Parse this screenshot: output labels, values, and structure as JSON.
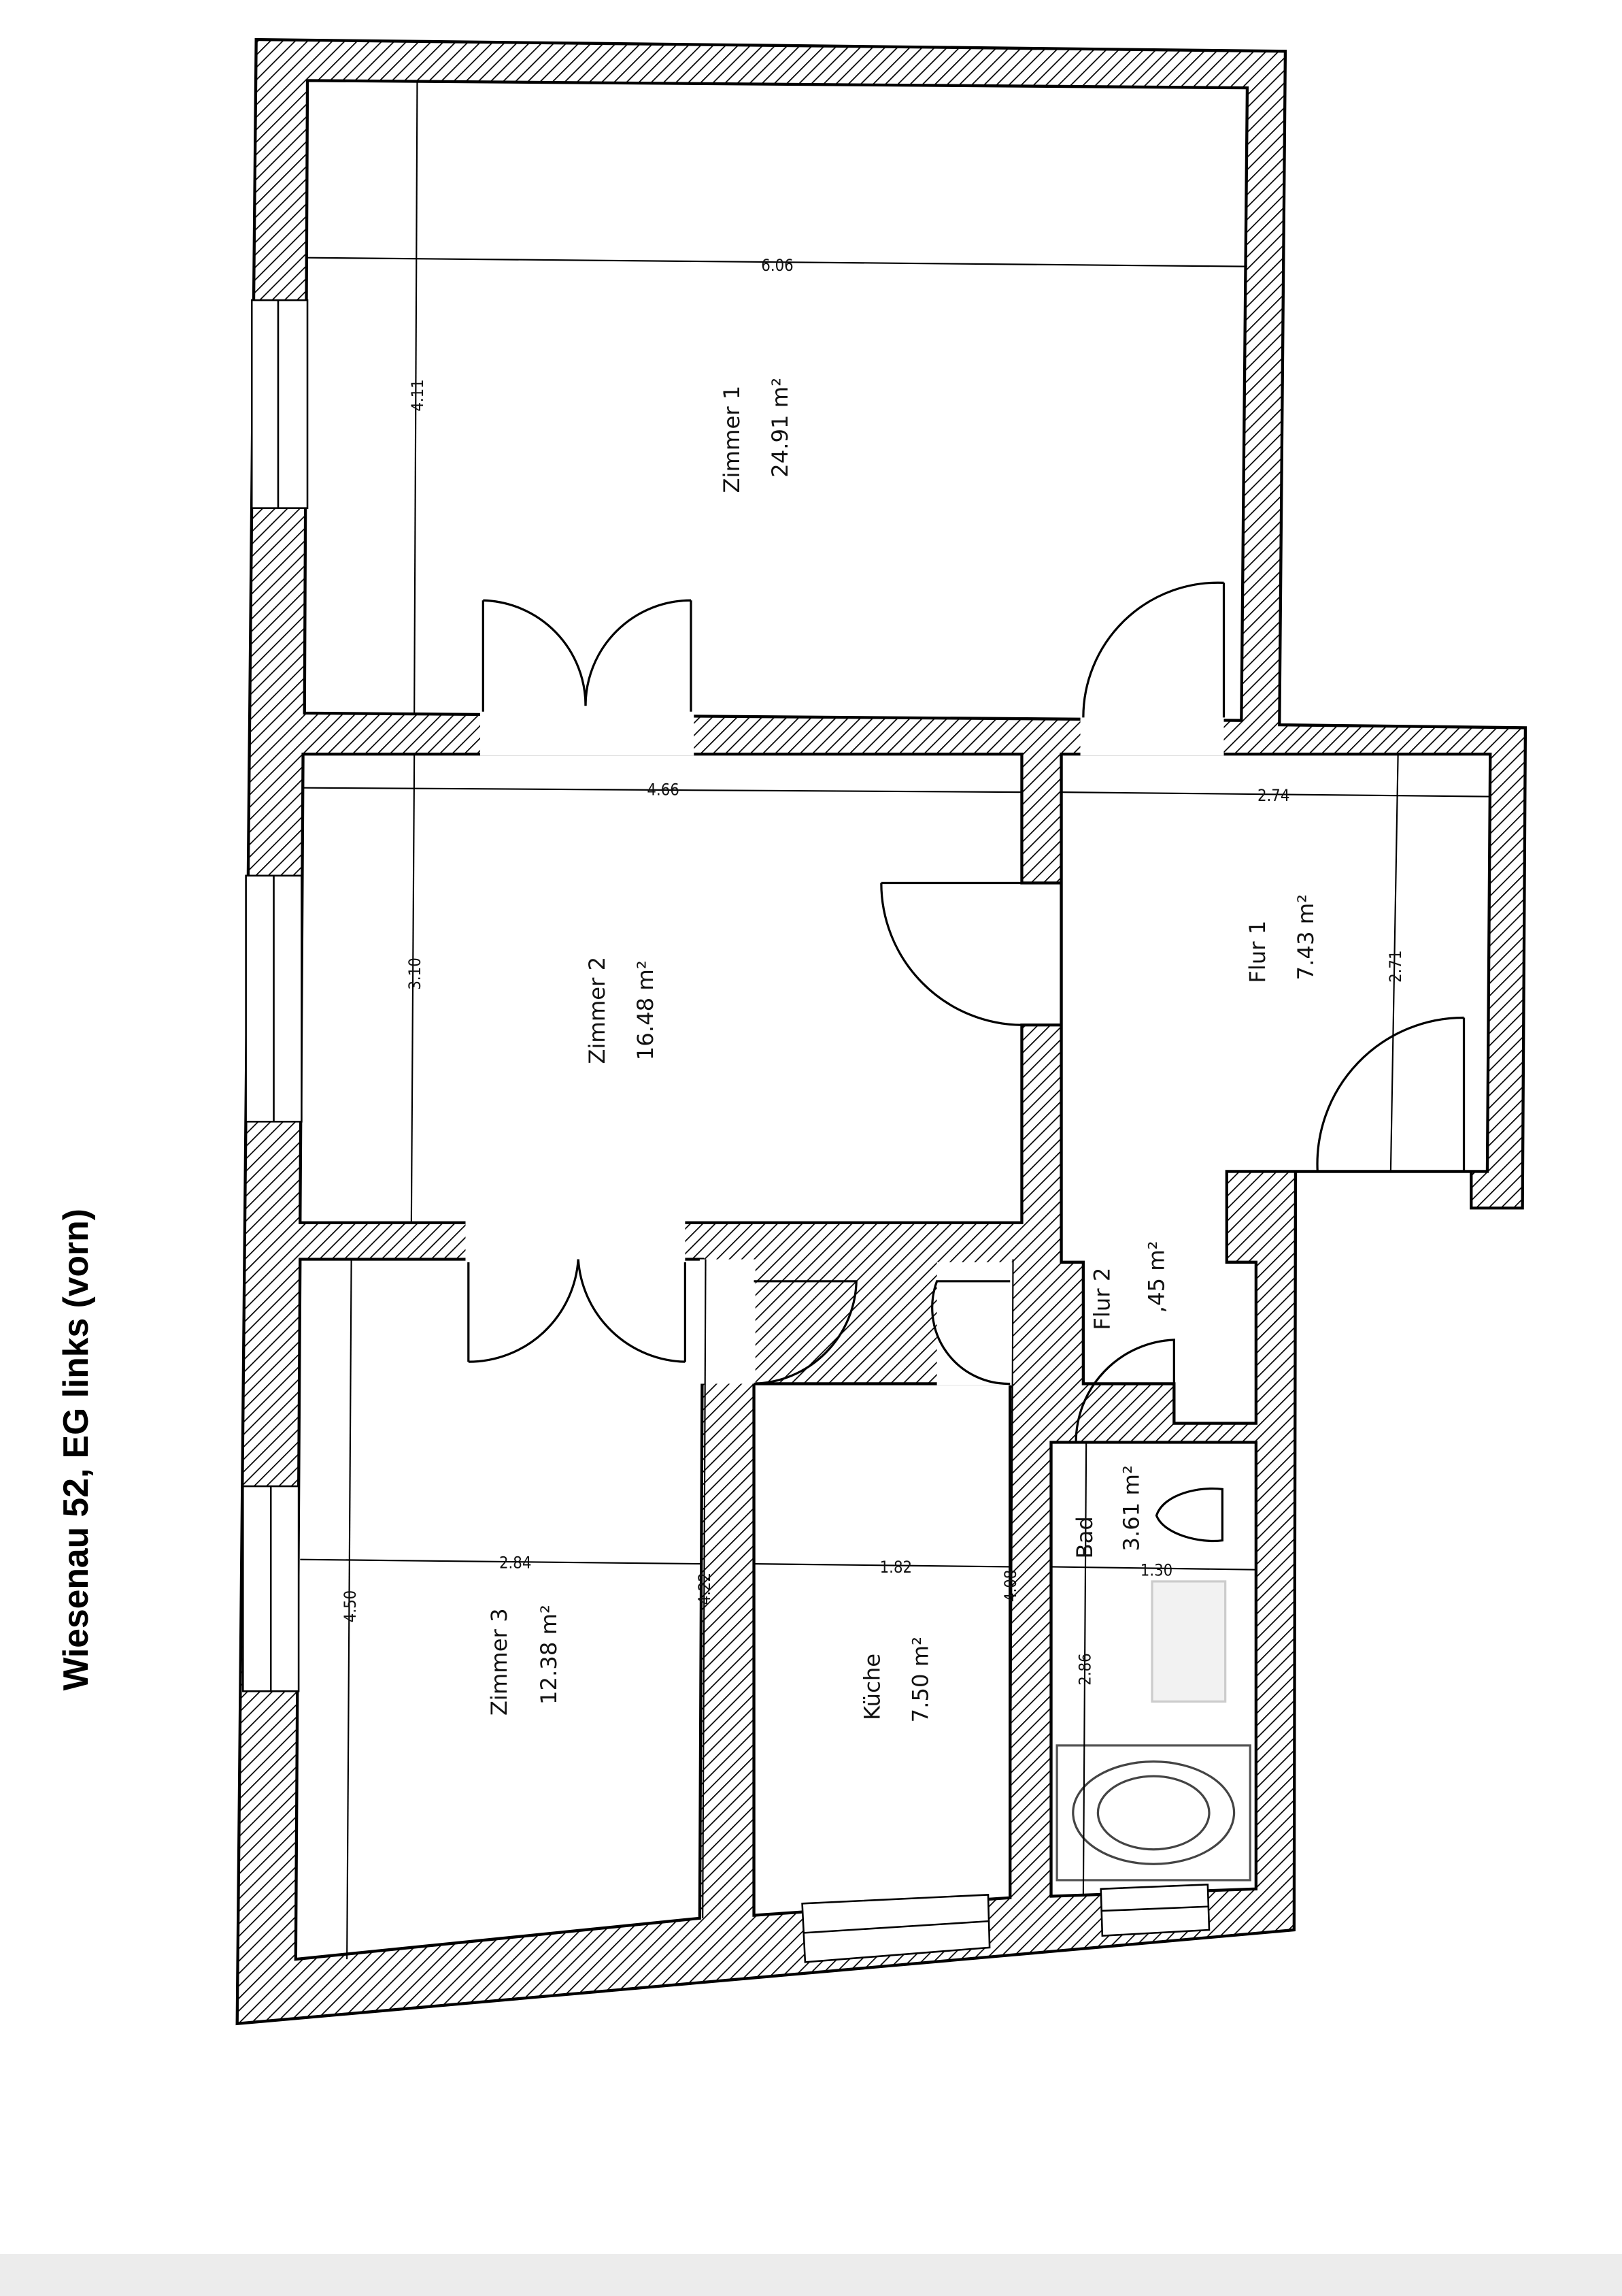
{
  "title": "Wiesenau 52, EG links (vorn)",
  "rooms": [
    {
      "name": "Zimmer 1",
      "area": "24.91 m²"
    },
    {
      "name": "Zimmer 2",
      "area": "16.48 m²"
    },
    {
      "name": "Flur 1",
      "area": "7.43 m²"
    },
    {
      "name": "Flur 2",
      "area": ",45 m²"
    },
    {
      "name": "Zimmer 3",
      "area": "12.38 m²"
    },
    {
      "name": "Küche",
      "area": "7.50 m²"
    },
    {
      "name": "Bad",
      "area": "3.61 m²"
    }
  ],
  "dimensions": {
    "z1_width": "6.06",
    "z1_depth": "4.11",
    "z2_width": "4.66",
    "z2_depth": "3.10",
    "flur_width": "2.74",
    "flur_depth": "2.71",
    "z3_width": "2.84",
    "z3_depth": "4.50",
    "z3_depth_right": "4.22",
    "kueche_width": "1.82",
    "kueche_depth": "4.08",
    "bad_width": "1.30",
    "bad_depth": "2.86"
  }
}
